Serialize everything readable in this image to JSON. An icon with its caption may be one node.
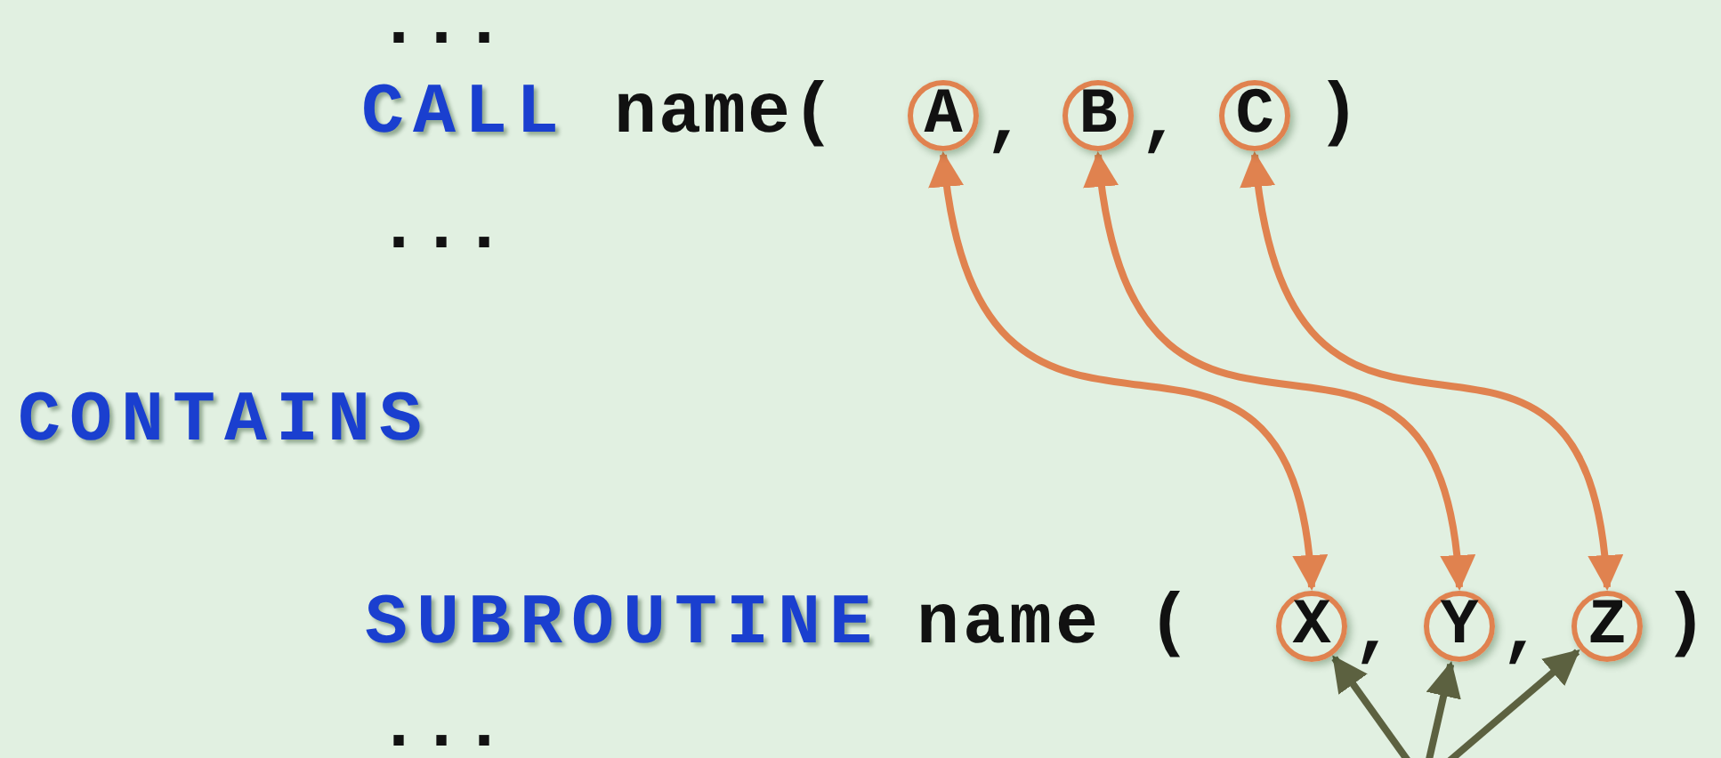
{
  "diagram": {
    "nodes": [
      {
        "text": [
          "A"
        ]
      },
      {
        "text": [
          "B"
        ]
      },
      {
        "text": [
          "C"
        ]
      },
      {
        "text": [
          "X"
        ]
      },
      {
        "text": [
          "Y"
        ]
      },
      {
        "text": [
          "Z"
        ]
      }
    ],
    "edges": [
      {
        "from": 0,
        "to": 3,
        "arrow": "both"
      },
      {
        "from": 1,
        "to": 4,
        "arrow": "both"
      },
      {
        "from": 2,
        "to": 5,
        "arrow": "both"
      },
      {
        "from": null,
        "to": 3,
        "arrow": "to",
        "color": "#5c6140"
      },
      {
        "from": null,
        "to": 4,
        "arrow": "to",
        "color": "#5c6140"
      },
      {
        "from": null,
        "to": 5,
        "arrow": "to",
        "color": "#5c6140"
      }
    ],
    "labels": [
      "...",
      "CALL",
      "name(",
      ",",
      ",",
      ")",
      "...",
      "CONTAINS",
      "SUBROUTINE",
      "name (",
      ",",
      ",",
      ")",
      "..."
    ]
  }
}
